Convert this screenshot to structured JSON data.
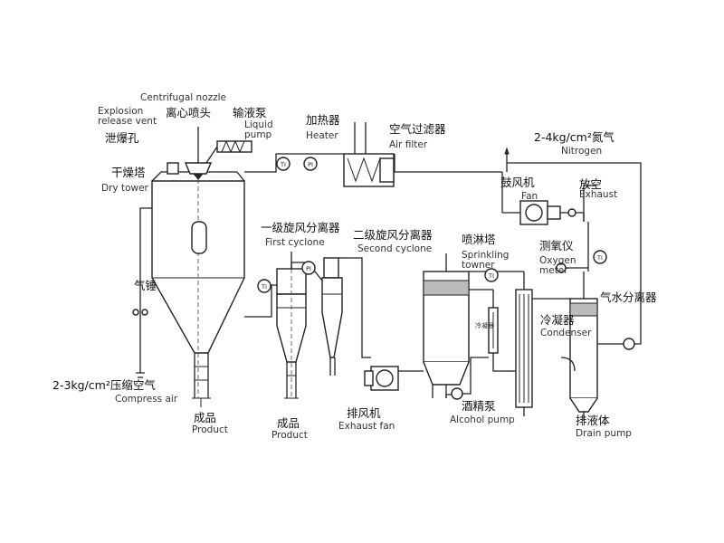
{
  "labels": {
    "centrifugal_nozzle_en": "Centrifugal nozzle",
    "centrifugal_nozzle_cn": "离心喷头",
    "explosion_vent_en": "Explosion\nrelease vent",
    "explosion_vent_cn": "泄爆孔",
    "liquid_pump_cn": "输液泵",
    "liquid_pump_en": "Liquid\npump",
    "heater_cn": "加热器",
    "heater_en": "Heater",
    "air_filter_cn": "空气过滤器",
    "air_filter_en": "Air filter",
    "nitrogen_cn": "2-4kg/cm²氮气",
    "nitrogen_en": "Nitrogen",
    "dry_tower_cn": "干燥塔",
    "dry_tower_en": "Dry tower",
    "first_cyclone_cn": "一级旋风分离器",
    "first_cyclone_en": "First cyclone",
    "second_cyclone_cn": "二级旋风分离器",
    "second_cyclone_en": "Second cyclone",
    "fan_cn": "鼓风机",
    "fan_en": "Fan",
    "exhaust_cn": "放空",
    "exhaust_en": "Exhaust",
    "sprinkling_cn": "喷淋塔",
    "sprinkling_en": "Sprinkling\ntowner",
    "oxygen_cn": "测氧仪",
    "oxygen_en": "Oxygen\nmeter",
    "hammer_cn": "气锤",
    "separator_cn": "气水分离器",
    "condenser_cn": "冷凝器",
    "condenser_en": "Condenser",
    "compress_cn": "2-3kg/cm²压缩空气",
    "compress_en": "Compress air",
    "product1_cn": "成品",
    "product1_en": "Product",
    "product2_cn": "成品",
    "product2_en": "Product",
    "exhaust_fan_cn": "排风机",
    "exhaust_fan_en": "Exhaust fan",
    "alcohol_pump_cn": "酒精泵",
    "alcohol_pump_en": "Alcohol pump",
    "drain_cn": "排液体",
    "drain_en": "Drain pump",
    "small_condenser_cn": "冷凝器"
  },
  "gauges": {
    "ti_1": "TI",
    "pi_1": "PI",
    "ti_2": "TI",
    "pi_2": "PI",
    "ti_3": "TI",
    "ti_4": "TI"
  }
}
